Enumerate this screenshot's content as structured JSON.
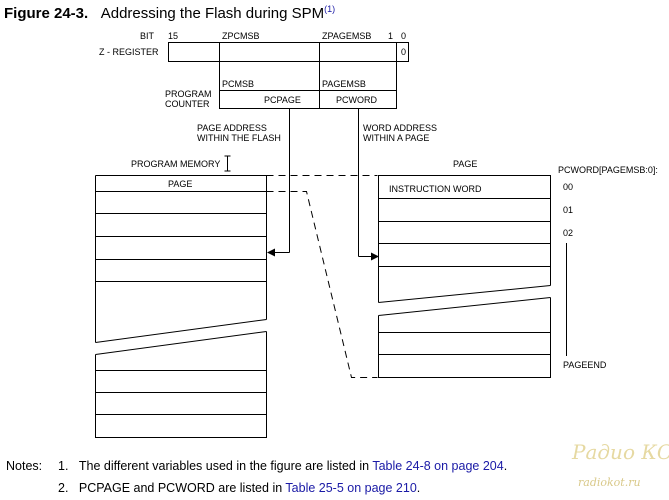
{
  "figure": {
    "number": "Figure 24-3.",
    "title": "Addressing the Flash during SPM",
    "footnote_ref": "(1)"
  },
  "z_register": {
    "bit_label": "BIT",
    "bit_15": "15",
    "zpcmsb": "ZPCMSB",
    "zpagemsb": "ZPAGEMSB",
    "bit_1": "1",
    "bit_0": "0",
    "name": "Z - REGISTER",
    "cell_0": "0"
  },
  "program_counter": {
    "name_line1": "PROGRAM",
    "name_line2": "COUNTER",
    "pcmsb": "PCMSB",
    "pagemsb": "PAGEMSB",
    "pcpage": "PCPAGE",
    "pcword": "PCWORD"
  },
  "annotations": {
    "page_address_line1": "PAGE ADDRESS",
    "page_address_line2": "WITHIN THE FLASH",
    "word_address_line1": "WORD ADDRESS",
    "word_address_line2": "WITHIN A PAGE"
  },
  "program_memory": {
    "title": "PROGRAM MEMORY",
    "page_label": "PAGE"
  },
  "page_block": {
    "title": "PAGE",
    "instruction_word": "INSTRUCTION WORD",
    "pcword_header": "PCWORD[PAGEMSB:0]:",
    "index_labels": [
      "00",
      "01",
      "02"
    ],
    "page_end": "PAGEEND"
  },
  "notes": {
    "label": "Notes:",
    "items": [
      {
        "num": "1.",
        "text": "The different variables used in the figure are listed in ",
        "link": "Table 24-8 on page 204",
        "after": "."
      },
      {
        "num": "2.",
        "text": "PCPAGE and PCWORD are listed in ",
        "link": "Table 25-5 on page 210",
        "after": "."
      }
    ]
  },
  "watermark": {
    "line1": "Радио КОТ",
    "line2": "radiokot.ru"
  },
  "colors": {
    "link": "#1a1aa6",
    "line": "#000000",
    "watermark": "#e6d9a2"
  }
}
